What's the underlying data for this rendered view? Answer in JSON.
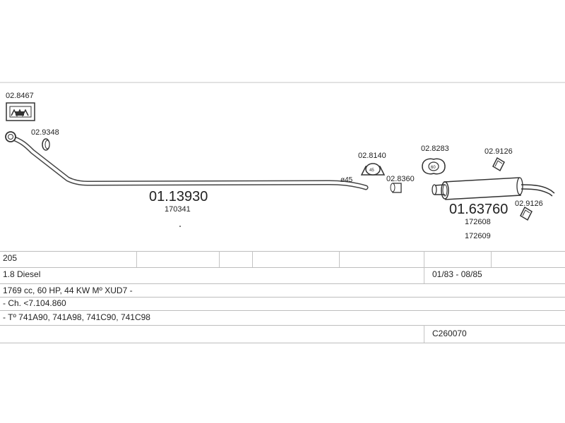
{
  "parts": {
    "bracket_top": "02.8467",
    "clamp_left": "02.9348",
    "pipe_main": "01.13930",
    "pipe_main_oe": "170341",
    "diameter": "ø45",
    "gasket": "02.8140",
    "clamp_mid": "02.8360",
    "flange_gasket": "02.8283",
    "rubber_top": "02.9126",
    "muffler": "01.63760",
    "muffler_oe_1": "172608",
    "muffler_oe_2": "172609",
    "rubber_bottom": "02.9126",
    "gasket_mark": "45",
    "flange_mark": "60"
  },
  "table": {
    "model": "205",
    "engine": "1.8 Diesel",
    "years": "01/83 - 08/85",
    "specs": "1769 cc, 60 HP, 44 KW Mº XUD7 -",
    "chassis": "- Ch. <7.104.860",
    "types": "- Tº 741A90, 741A98, 741C90, 741C98",
    "code": "C260070"
  },
  "colors": {
    "line": "#444444",
    "rule": "#bdbdbd",
    "text": "#222222"
  },
  "icons": {
    "bracket": "exhaust-mount-bracket-icon",
    "clamp": "pipe-clamp-icon",
    "gasket": "flange-gasket-icon",
    "rubber": "rubber-hanger-icon"
  }
}
